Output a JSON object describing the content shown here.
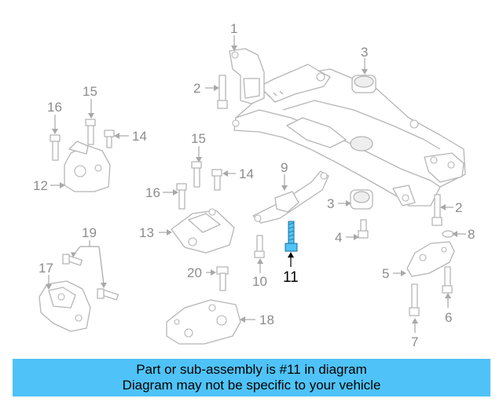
{
  "diagram": {
    "callouts": [
      "1",
      "2",
      "3",
      "2",
      "3",
      "4",
      "5",
      "6",
      "7",
      "8",
      "9",
      "10",
      "11",
      "12",
      "13",
      "14",
      "14",
      "15",
      "15",
      "16",
      "16",
      "17",
      "18",
      "19",
      "20"
    ],
    "highlighted_part": "11",
    "highlight_color": "#4fc3f7"
  },
  "banner": {
    "line1": "Part or sub-assembly is #11 in diagram",
    "line2": "Diagram may not be specific to your vehicle",
    "background": "#4fc3f7"
  }
}
